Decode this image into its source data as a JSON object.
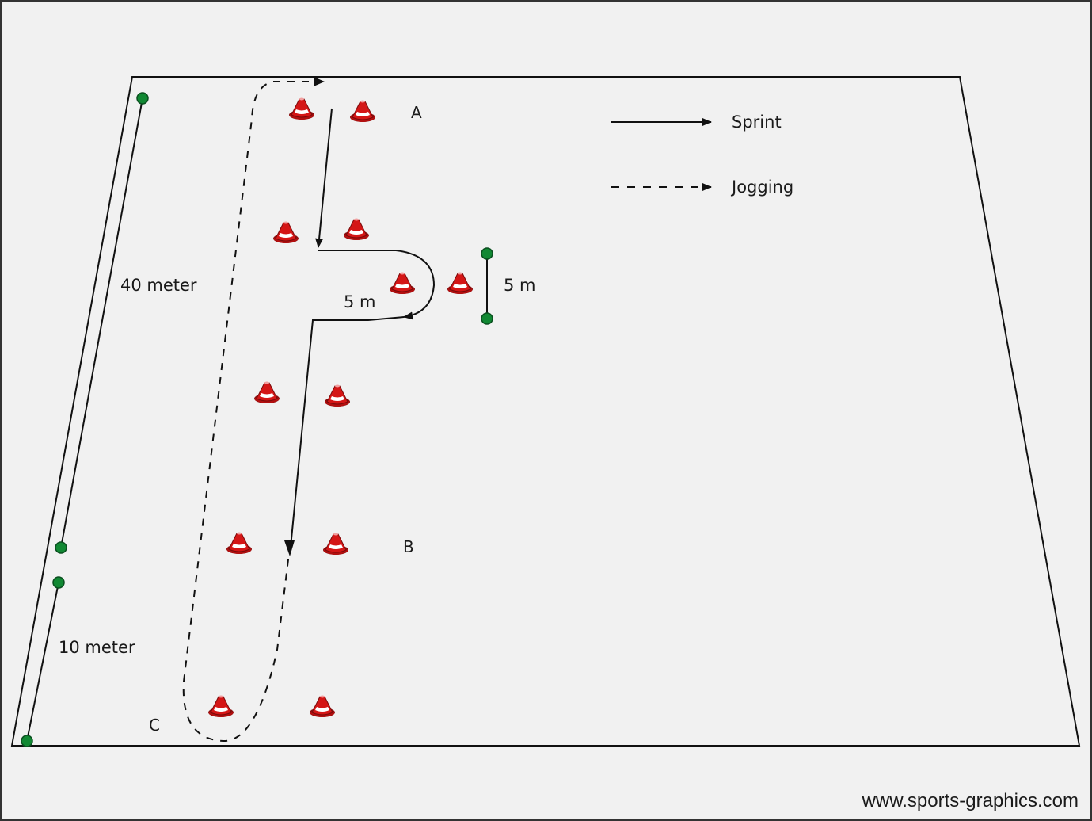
{
  "legend": {
    "sprint_label": "Sprint",
    "jogging_label": "Jogging"
  },
  "stations": {
    "a": "A",
    "b": "B",
    "c": "C"
  },
  "distances": {
    "forty": "40 meter",
    "ten": "10 meter",
    "five_marker": "5 m",
    "five_turn": "5 m"
  },
  "credit": "www.sports-graphics.com",
  "colors": {
    "background": "#f1f1f1",
    "cone_red": "#cc1111",
    "marker_green": "#118833",
    "line": "#111111"
  }
}
